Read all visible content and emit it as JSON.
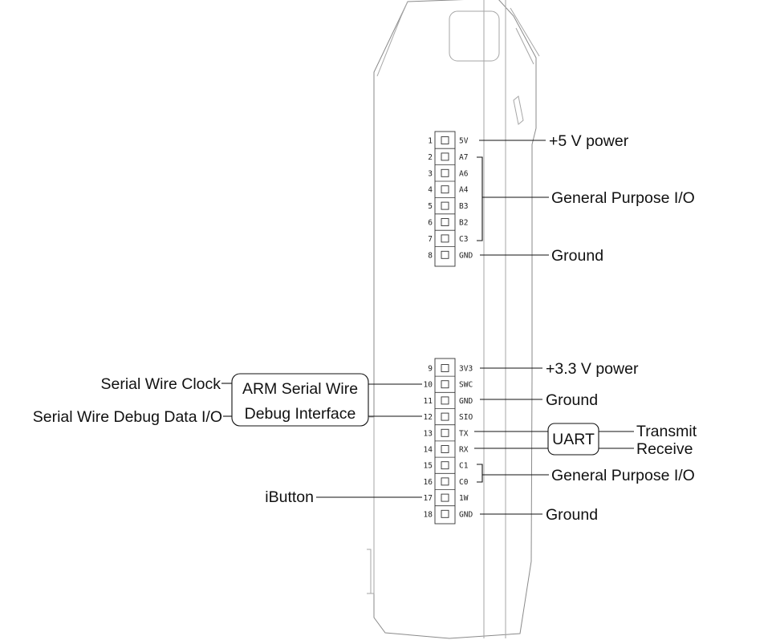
{
  "pins_top": [
    {
      "num": "1",
      "name": "5V"
    },
    {
      "num": "2",
      "name": "A7"
    },
    {
      "num": "3",
      "name": "A6"
    },
    {
      "num": "4",
      "name": "A4"
    },
    {
      "num": "5",
      "name": "B3"
    },
    {
      "num": "6",
      "name": "B2"
    },
    {
      "num": "7",
      "name": "C3"
    },
    {
      "num": "8",
      "name": "GND"
    }
  ],
  "pins_bottom": [
    {
      "num": "9",
      "name": "3V3"
    },
    {
      "num": "10",
      "name": "SWC"
    },
    {
      "num": "11",
      "name": "GND"
    },
    {
      "num": "12",
      "name": "SIO"
    },
    {
      "num": "13",
      "name": "TX"
    },
    {
      "num": "14",
      "name": "RX"
    },
    {
      "num": "15",
      "name": "C1"
    },
    {
      "num": "16",
      "name": "C0"
    },
    {
      "num": "17",
      "name": "1W"
    },
    {
      "num": "18",
      "name": "GND"
    }
  ],
  "labels": {
    "plus5v": "+5 V power",
    "gpio_top": "General Purpose I/O",
    "ground_top": "Ground",
    "plus33v": "+3.3 V power",
    "ground_mid": "Ground",
    "transmit": "Transmit",
    "receive": "Receive",
    "gpio_bottom": "General Purpose I/O",
    "ground_bottom": "Ground",
    "swclk": "Serial Wire Clock",
    "swdio": "Serial Wire Debug Data I/O",
    "ibutton": "iButton",
    "arm_line1": "ARM Serial Wire",
    "arm_line2": "Debug Interface",
    "uart": "UART"
  }
}
